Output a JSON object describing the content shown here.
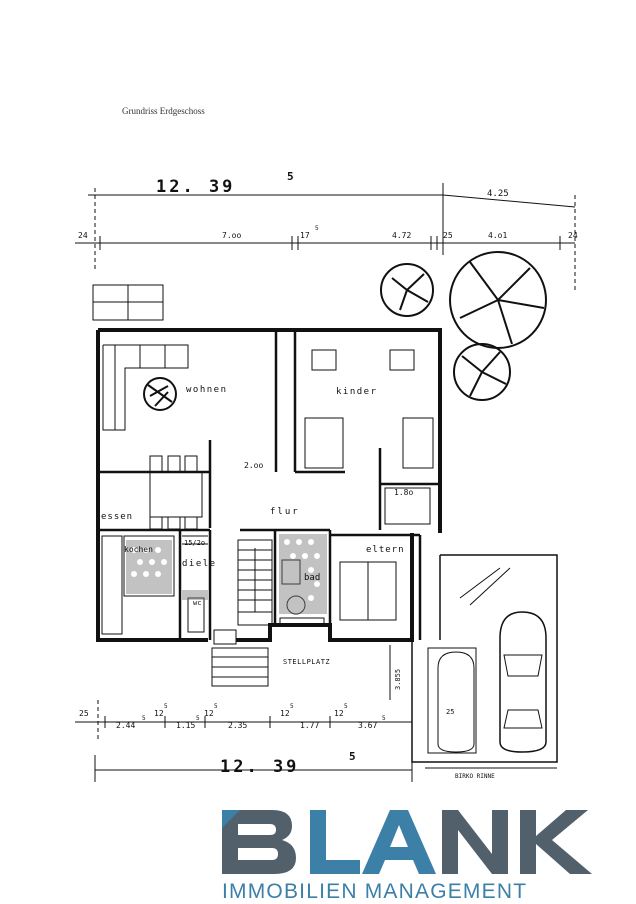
{
  "caption": "Grundriss Erdgeschoss",
  "dimensions": {
    "top_total": "12. 39",
    "top_total_sup": "5",
    "top_right": "4.25",
    "row2": [
      "24",
      "7.oo",
      "17",
      "5",
      "4.72",
      "25",
      "4.o1",
      "24"
    ],
    "hall_width": "2.oo",
    "bedroom_dim": "1.8o",
    "stair_room": "15/2o",
    "carport_depth": "3.855",
    "garage_width": "25",
    "bottom_row": [
      "25",
      "2.44",
      "5",
      "12",
      "5",
      "1.15",
      "5",
      "12",
      "5",
      "2.35",
      "12",
      "5",
      "1.77",
      "12",
      "5",
      "3.67",
      "5"
    ],
    "bottom_total": "12. 39",
    "bottom_total_sup": "5"
  },
  "rooms": {
    "wohnen": "wohnen",
    "kinder": "kinder",
    "essen": "essen",
    "flur": "flur",
    "kochen": "kochen",
    "diele": "diele",
    "wc": "wc",
    "bad": "bad",
    "eltern": "eltern",
    "stellplatz": "STELLPLATZ",
    "rinne": "BIRKO RINNE"
  },
  "logo": {
    "word": "BLANK",
    "tagline": "IMMOBILIEN MANAGEMENT",
    "color_main": "#3c7fa7",
    "color_dark": "#52606b"
  }
}
